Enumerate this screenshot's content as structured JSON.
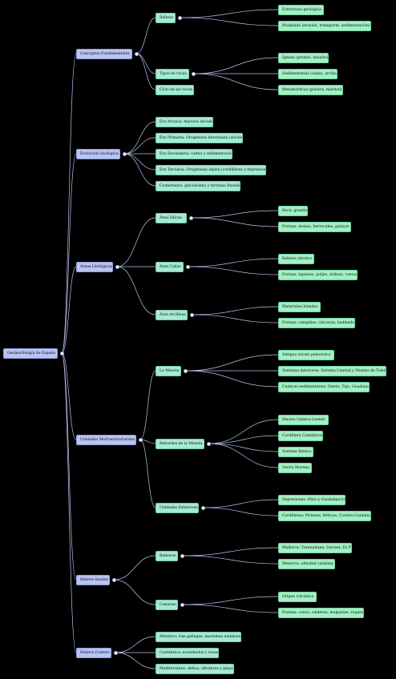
{
  "mindmap": {
    "root": {
      "label": "Geomorfología de España",
      "children": [
        {
          "label": "Conceptos Fundamentales",
          "children": [
            {
              "label": "Relieve",
              "children": [
                {
                  "label": "Estructura geológica"
                },
                {
                  "label": "Modelado (erosión, transporte, sedimentación)"
                }
              ]
            },
            {
              "label": "Tipos de rocas",
              "children": [
                {
                  "label": "Ígneas (granito, basalto)"
                },
                {
                  "label": "Sedimentarias (caliza, arcilla)"
                },
                {
                  "label": "Metamórficas (pizarra, mármol)"
                }
              ]
            },
            {
              "label": "Ciclo de las rocas"
            }
          ]
        },
        {
          "label": "Evolución Geológica",
          "children": [
            {
              "label": "Era Arcaica: macizos iniciales"
            },
            {
              "label": "Era Primaria: Orogénesis herciniana (zócalos)"
            },
            {
              "label": "Era Secundaria: calma y sedimentación"
            },
            {
              "label": "Era Terciaria: Orogénesis alpina (cordilleras y depresiones)"
            },
            {
              "label": "Cuaternario: glaciarismo y terrazas fluviales"
            }
          ]
        },
        {
          "label": "Áreas Litológicas",
          "children": [
            {
              "label": "Área Silícea",
              "children": [
                {
                  "label": "Roca: granito"
                },
                {
                  "label": "Formas: domos, berrocales, galayos"
                }
              ]
            },
            {
              "label": "Área Caliza",
              "children": [
                {
                  "label": "Relieve cárstico"
                },
                {
                  "label": "Formas: lapiaces, poljes, dolinas, cuevas"
                }
              ]
            },
            {
              "label": "Área Arcillosa",
              "children": [
                {
                  "label": "Materiales blandos"
                },
                {
                  "label": "Formas: campiñas, cárcavas, badlands"
                }
              ]
            }
          ]
        },
        {
          "label": "Unidades Morfoestructurales",
          "children": [
            {
              "label": "La Meseta",
              "children": [
                {
                  "label": "Antiguo zócalo paleozoico"
                },
                {
                  "label": "Sistemas interiores: Sistema Central y Montes de Toledo"
                },
                {
                  "label": "Cuencas sedimentarias: Duero, Tajo, Guadiana"
                }
              ]
            },
            {
              "label": "Rebordes de la Meseta",
              "children": [
                {
                  "label": "Macizo Galaico-Leonés"
                },
                {
                  "label": "Cordillera Cantábrica"
                },
                {
                  "label": "Sistema Ibérico"
                },
                {
                  "label": "Sierra Morena"
                }
              ]
            },
            {
              "label": "Unidades Exteriores",
              "children": [
                {
                  "label": "Depresiones: Ebro y Guadalquivir"
                },
                {
                  "label": "Cordilleras: Pirineos, Béticas, Costero-Catalana"
                }
              ]
            }
          ]
        },
        {
          "label": "Relieve Insular",
          "children": [
            {
              "label": "Baleares",
              "children": [
                {
                  "label": "Mallorca: Tramuntana, Llevant, Es Pla"
                },
                {
                  "label": "Menorca: afinidad catalana"
                }
              ]
            },
            {
              "label": "Canarias",
              "children": [
                {
                  "label": "Origen volcánico"
                },
                {
                  "label": "Formas: conos, calderas, malpaíses, roques"
                }
              ]
            }
          ]
        },
        {
          "label": "Relieve Costero",
          "children": [
            {
              "label": "Atlántico: rías gallegas, marismas andaluzas"
            },
            {
              "label": "Cantábrico: acantilados y rasas"
            },
            {
              "label": "Mediterráneo: deltas, albuferas y playas"
            }
          ]
        }
      ]
    },
    "colors": {
      "background": "#000000",
      "edge": "#b8c4f2",
      "level1_fill": "#b8c4f2",
      "level2_fill": "#a6ead2",
      "level3_fill": "#a2f0c4"
    }
  }
}
